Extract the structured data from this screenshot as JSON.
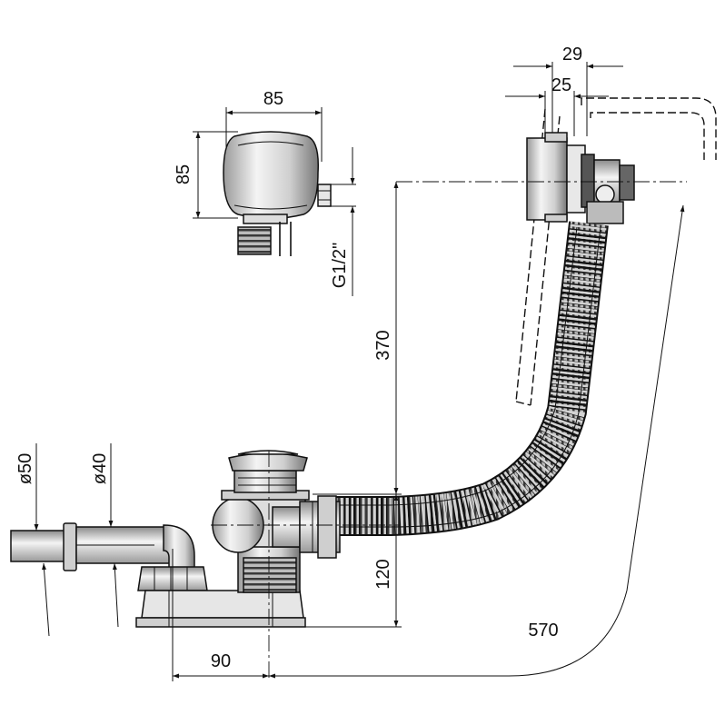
{
  "diagram": {
    "colors": {
      "line": "#111111",
      "metal_light": "#f2f2f2",
      "metal_mid": "#c8c8c8",
      "metal_dark": "#555555",
      "background": "#ffffff"
    },
    "dimensions": {
      "valve_width": "85",
      "valve_height": "85",
      "thread": "G1/2\"",
      "overflow_outer": "29",
      "overflow_inner": "25",
      "overflow_height": "370",
      "hose_length": "570",
      "drain_height": "120",
      "drain_offset": "90",
      "pipe_outer_dia": "ø50",
      "pipe_inner_dia": "ø40"
    }
  }
}
